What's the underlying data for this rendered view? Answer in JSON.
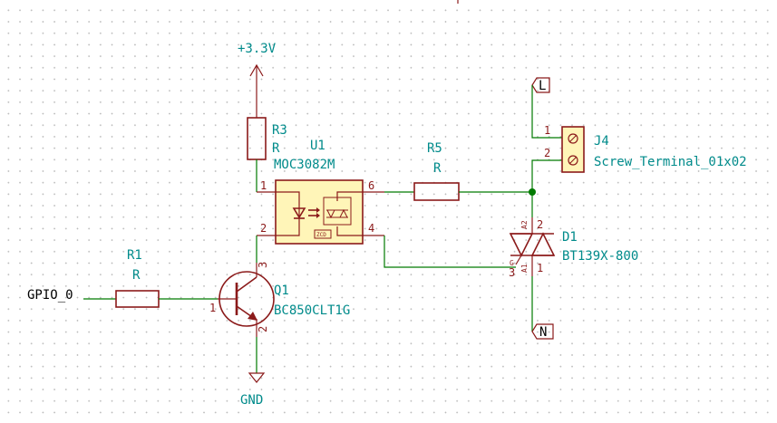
{
  "power": {
    "vcc": "+3.3V",
    "gnd": "GND"
  },
  "nets": {
    "gpio": "GPIO_0",
    "line": "L",
    "neutral": "N"
  },
  "components": {
    "r3": {
      "ref": "R3",
      "value": "R"
    },
    "u1": {
      "ref": "U1",
      "value": "MOC3082M",
      "zcd": "ZCD"
    },
    "r5": {
      "ref": "R5",
      "value": "R"
    },
    "r1": {
      "ref": "R1",
      "value": "R"
    },
    "q1": {
      "ref": "Q1",
      "value": "BC850CLT1G"
    },
    "j4": {
      "ref": "J4",
      "value": "Screw_Terminal_01x02"
    },
    "d1": {
      "ref": "D1",
      "value": "BT139X-800"
    }
  },
  "pins": {
    "u1_1": "1",
    "u1_2": "2",
    "u1_4": "4",
    "u1_6": "6",
    "q1_1": "1",
    "q1_2": "2",
    "q1_3": "3",
    "j4_1": "1",
    "j4_2": "2",
    "d1_1": "1",
    "d1_2": "2",
    "d1_3": "3",
    "d1_a1": "A1",
    "d1_a2": "A2",
    "d1_g": "G"
  },
  "colors": {
    "wire": "#007a00",
    "symbol": "#8b1a1a",
    "symbol_fill": "#fff5b8",
    "label": "#008b8b",
    "grid_dot": "#b9b9b9"
  }
}
